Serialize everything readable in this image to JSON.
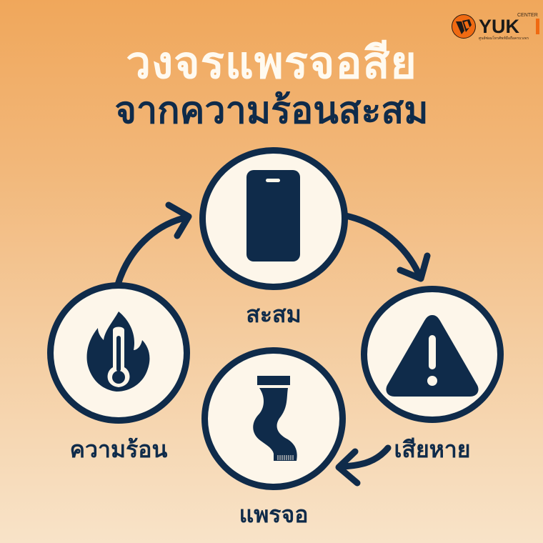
{
  "title": {
    "line1": "วงจรแพรจอสีย",
    "line2": "จากความร้อนสะสม"
  },
  "logo": {
    "brand": "YUK",
    "sub_label": "CENTER",
    "tagline": "ศูนย์ซ่อมโทรศัพท์มือถือครบวงจร"
  },
  "colors": {
    "navy": "#0f2b4a",
    "cream": "#fdf6ea",
    "bg_top": "#f0a75b",
    "bg_bottom": "#f8e3c8",
    "logo_orange": "#f06a12"
  },
  "cycle": {
    "nodes": [
      {
        "id": "accumulate",
        "label": "สะสม",
        "icon": "smartphone-icon"
      },
      {
        "id": "damage",
        "label": "เสียหาย",
        "icon": "warning-triangle-icon"
      },
      {
        "id": "flex-cable",
        "label": "แพรจอ",
        "icon": "flex-cable-icon"
      },
      {
        "id": "heat",
        "label": "ความร้อน",
        "icon": "flame-thermometer-icon"
      }
    ],
    "arrows": [
      {
        "from": "heat",
        "to": "accumulate"
      },
      {
        "from": "accumulate",
        "to": "damage"
      },
      {
        "from": "damage",
        "to": "flex-cable"
      }
    ]
  }
}
